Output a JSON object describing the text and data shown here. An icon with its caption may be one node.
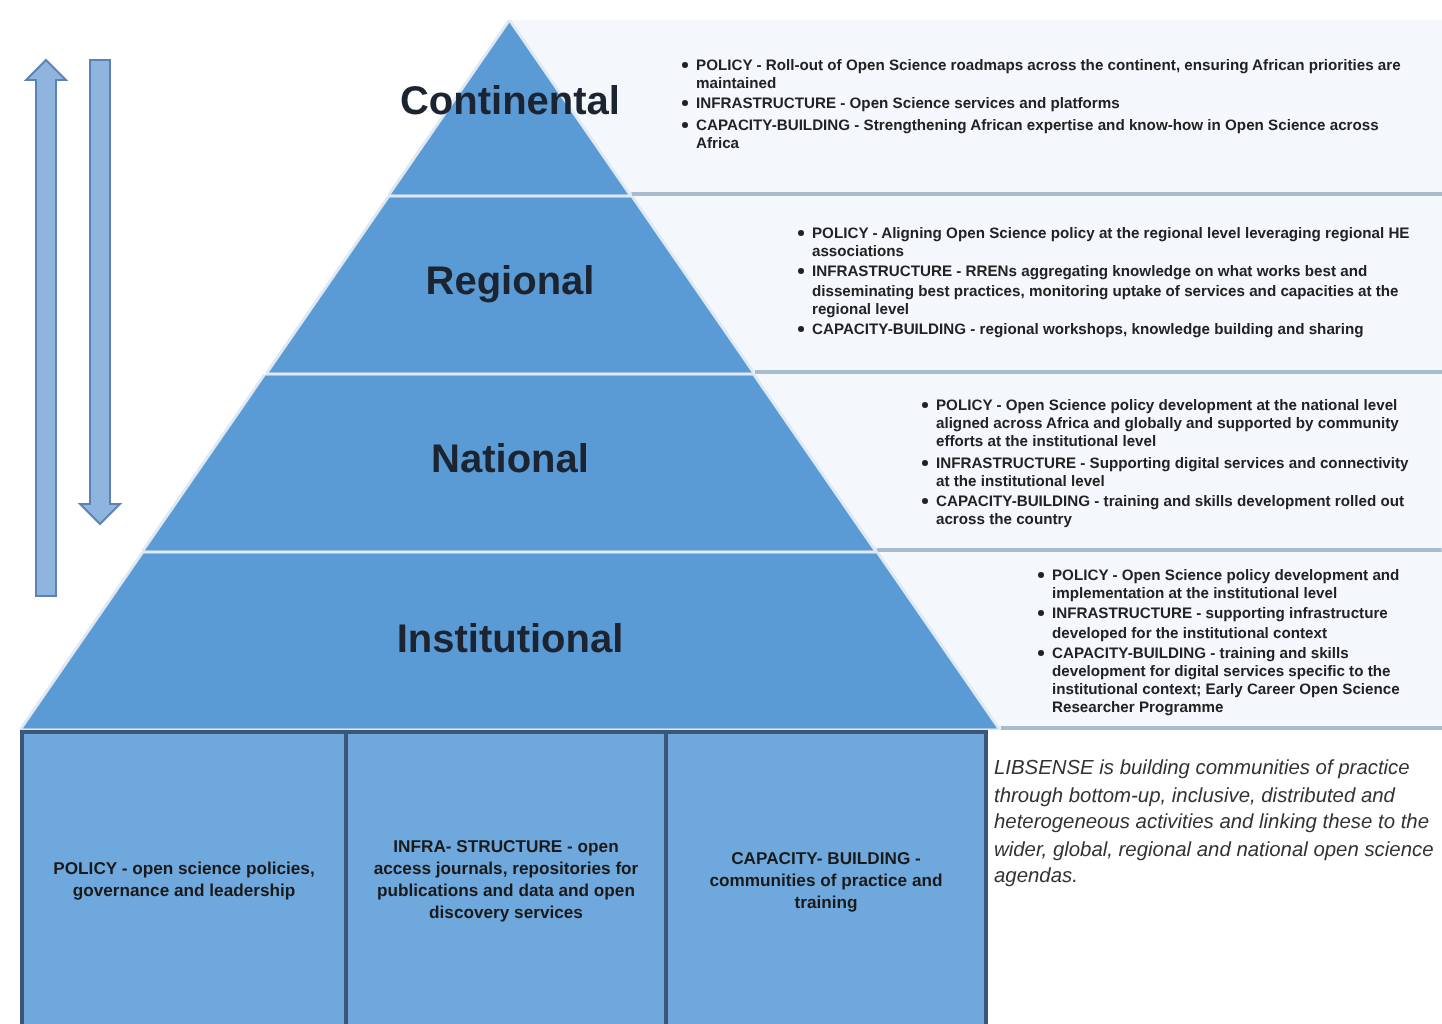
{
  "diagram": {
    "nodes": [
      {
        "text": [
          "Continental"
        ]
      },
      {
        "text": [
          "POLICY - Roll-out of Open Science roadmaps across the continent, ensuring African priorities are maintained",
          "INFRASTRUCTURE - Open Science services and platforms",
          "CAPACITY-BUILDING - Strengthening African expertise and know-how in Open Science across Africa"
        ]
      },
      {
        "text": [
          "Regional"
        ]
      },
      {
        "text": [
          "POLICY - Aligning Open Science policy at the regional level leveraging regional HE associations",
          "INFRASTRUCTURE - RRENs aggregating knowledge on what works best and disseminating best practices, monitoring uptake of services and capacities at the regional level",
          "CAPACITY-BUILDING - regional workshops, knowledge building and sharing"
        ]
      },
      {
        "text": [
          "National"
        ]
      },
      {
        "text": [
          "POLICY - Open Science policy development at the national level aligned across Africa and globally and supported by community efforts at the institutional level",
          "INFRASTRUCTURE - Supporting digital services and connectivity at the institutional level",
          "CAPACITY-BUILDING - training and skills development rolled out across the country"
        ]
      },
      {
        "text": [
          "Institutional"
        ]
      },
      {
        "text": [
          "POLICY - Open Science policy development and implementation at the institutional level",
          "INFRASTRUCTURE - supporting infrastructure developed for the institutional context",
          "CAPACITY-BUILDING - training and skills development for digital services specific to the institutional context; Early Career Open Science Researcher Programme"
        ]
      },
      {
        "text": [
          "POLICY - open science policies, governance and leadership"
        ]
      },
      {
        "text": [
          "INFRA- STRUCTURE - open access journals, repositories for publications and data and open discovery services"
        ]
      },
      {
        "text": [
          "CAPACITY- BUILDING - communities of practice and training"
        ]
      }
    ],
    "edges": [],
    "labels": [
      "LIBSENSE is building communities of practice through bottom-up, inclusive, distributed and heterogeneous activities and linking these to the wider, global, regional and national open science agendas."
    ]
  }
}
